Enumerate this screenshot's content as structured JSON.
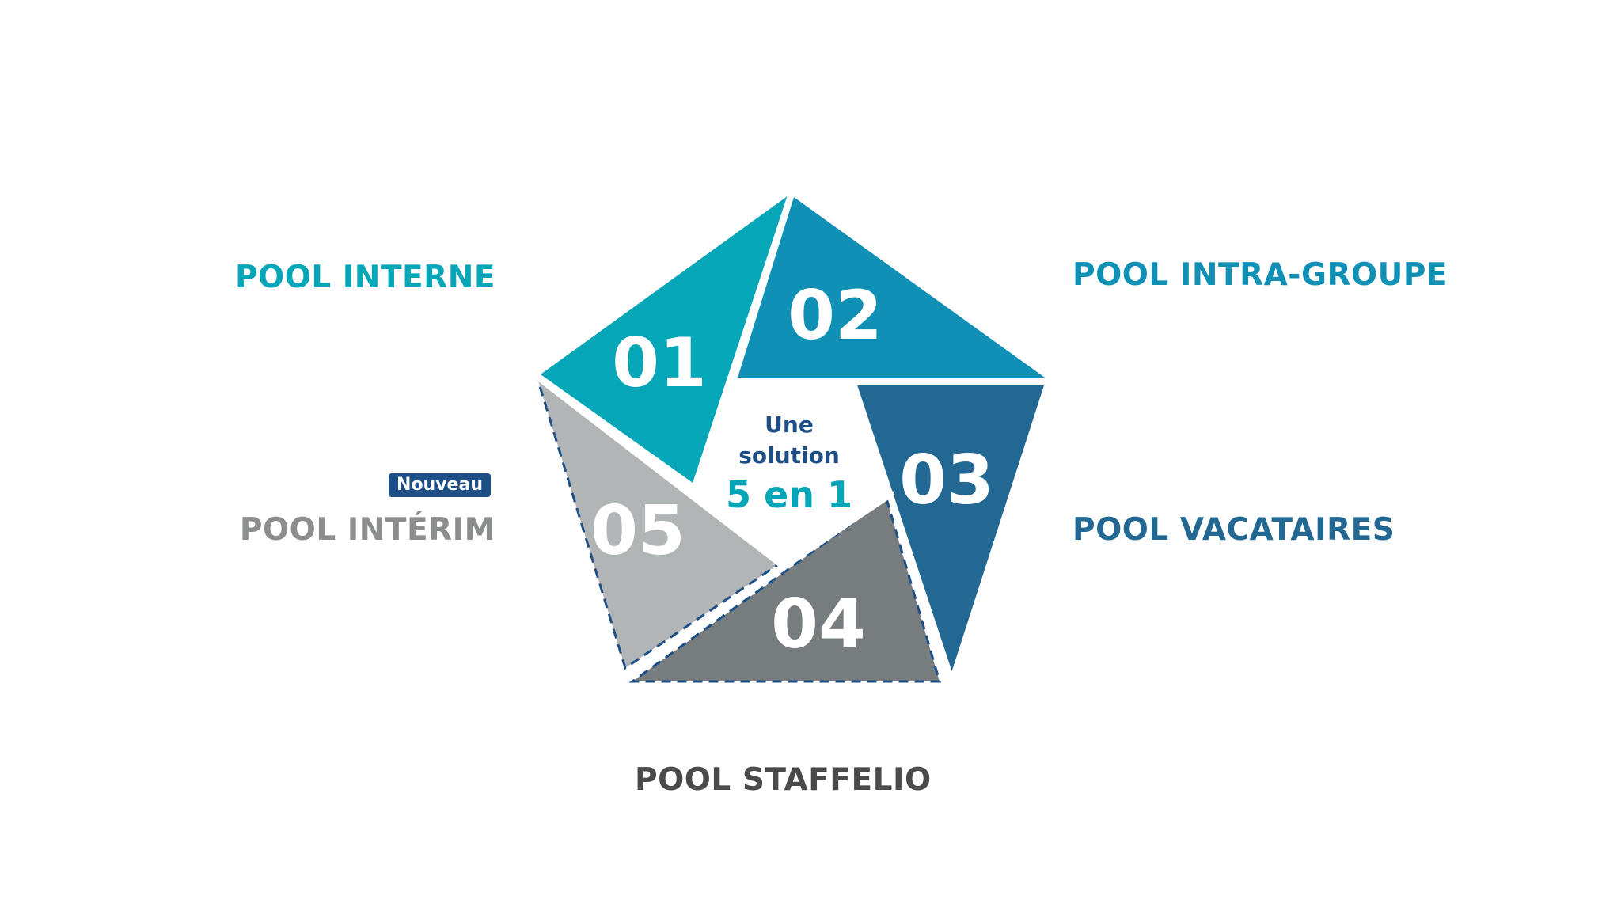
{
  "colors": {
    "pool_01": "#04a6b8",
    "pool_02": "#1190b6",
    "pool_03": "#236893",
    "pool_04": "#777c7e",
    "pool_05": "#b2b5b6",
    "dashed_outline": "#1d4f86",
    "badge_bg": "#1d4f86",
    "label_interne": "#04a6b8",
    "label_intra": "#1190b6",
    "label_vacataires": "#236893",
    "label_staffelio": "#4a4a4a",
    "label_interim": "#8b8d8e",
    "center_text_dark": "#1d4f86",
    "center_text_teal": "#04a6b8"
  },
  "segments": [
    {
      "id": "01",
      "number": "01",
      "label": "POOL INTERNE"
    },
    {
      "id": "02",
      "number": "02",
      "label": "POOL INTRA-GROUPE"
    },
    {
      "id": "03",
      "number": "03",
      "label": "POOL VACATAIRES"
    },
    {
      "id": "04",
      "number": "04",
      "label": "POOL STAFFELIO"
    },
    {
      "id": "05",
      "number": "05",
      "label": "POOL INTÉRIM"
    }
  ],
  "badge": {
    "text": "Nouveau"
  },
  "center": {
    "line1": "Une",
    "line2": "solution",
    "line3": "5 en 1"
  }
}
